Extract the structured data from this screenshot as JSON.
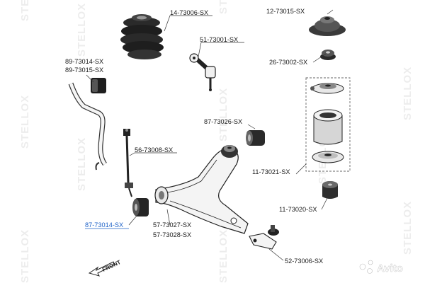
{
  "labels": {
    "boot": "14-73006-SX",
    "strut_top": "12-73015-SX",
    "tie_rod": "51-73001-SX",
    "bearing": "26-73002-SX",
    "stab_bush_a": "89-73014-SX",
    "stab_bush_b": "89-73015-SX",
    "arm_bush": "87-73026-SX",
    "link": "56-73008-SX",
    "strut_kit": "11-73021-SX",
    "arm_rear_bush": "11-73020-SX",
    "small_bush": "87-73014-SX",
    "arm_a": "57-73027-SX",
    "arm_b": "57-73028-SX",
    "ball_joint": "52-73006-SX"
  },
  "front_label": "FRONT",
  "watermark_text": "STELLOX",
  "avito_text": "Avito",
  "highlight_color": "#1e62c8"
}
